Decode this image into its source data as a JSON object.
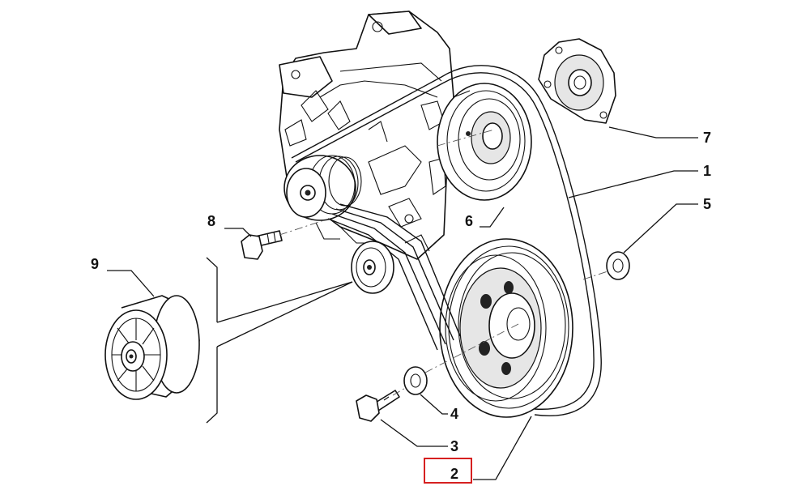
{
  "callouts": [
    {
      "id": "1",
      "label": "1"
    },
    {
      "id": "2",
      "label": "2",
      "highlighted": true
    },
    {
      "id": "3",
      "label": "3"
    },
    {
      "id": "4",
      "label": "4"
    },
    {
      "id": "5",
      "label": "5"
    },
    {
      "id": "6",
      "label": "6"
    },
    {
      "id": "7",
      "label": "7"
    },
    {
      "id": "8",
      "label": "8"
    },
    {
      "id": "9",
      "label": "9"
    }
  ],
  "colors": {
    "line": "#111111",
    "highlight": "#d62020",
    "background": "#ffffff"
  }
}
